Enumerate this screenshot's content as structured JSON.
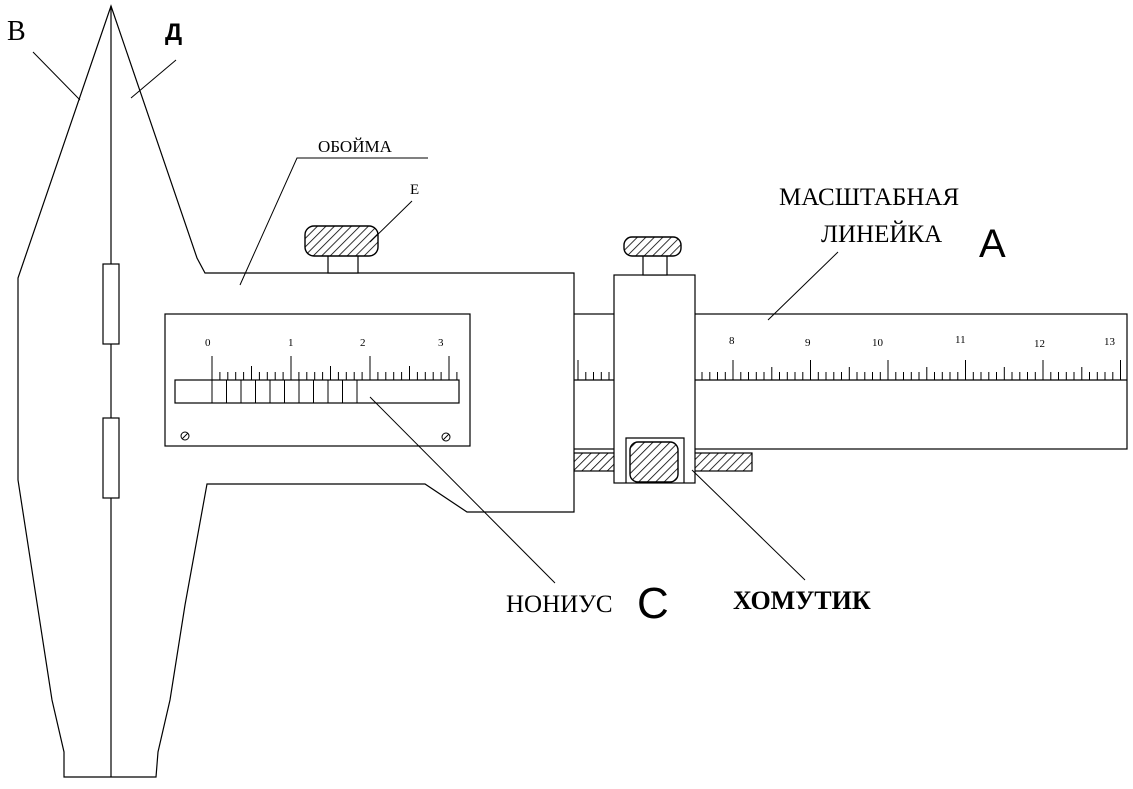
{
  "labels": {
    "jaw_left": "В",
    "jaw_right": "Д",
    "frame": "ОБОЙМА",
    "screw": "Е",
    "ruler_line1": "МАСШТАБНАЯ",
    "ruler_line2": "ЛИНЕЙКА",
    "ruler_letter": "А",
    "vernier": "НОНИУС",
    "vernier_letter": "С",
    "clamp": "ХОМУТИК"
  },
  "vernier_scale": {
    "numbers": [
      "0",
      "1",
      "2",
      "3"
    ]
  },
  "main_scale": {
    "numbers": [
      "8",
      "9",
      "10",
      "11",
      "12",
      "13"
    ]
  }
}
